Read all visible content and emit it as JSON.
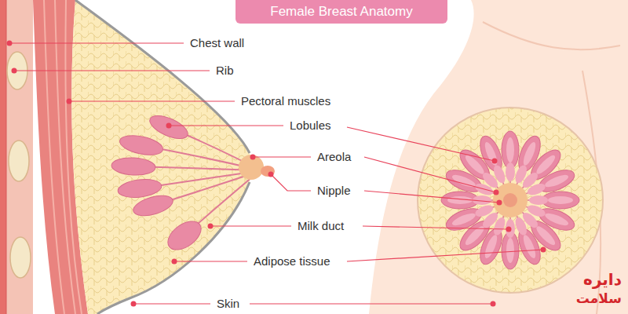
{
  "diagram": {
    "title": "Female Breast Anatomy",
    "labels": [
      "Chest wall",
      "Rib",
      "Pectoral muscles",
      "Lobules",
      "Areola",
      "Nipple",
      "Milk duct",
      "Adipose tissue",
      "Skin",
      "دایره",
      "سلامت"
    ]
  }
}
